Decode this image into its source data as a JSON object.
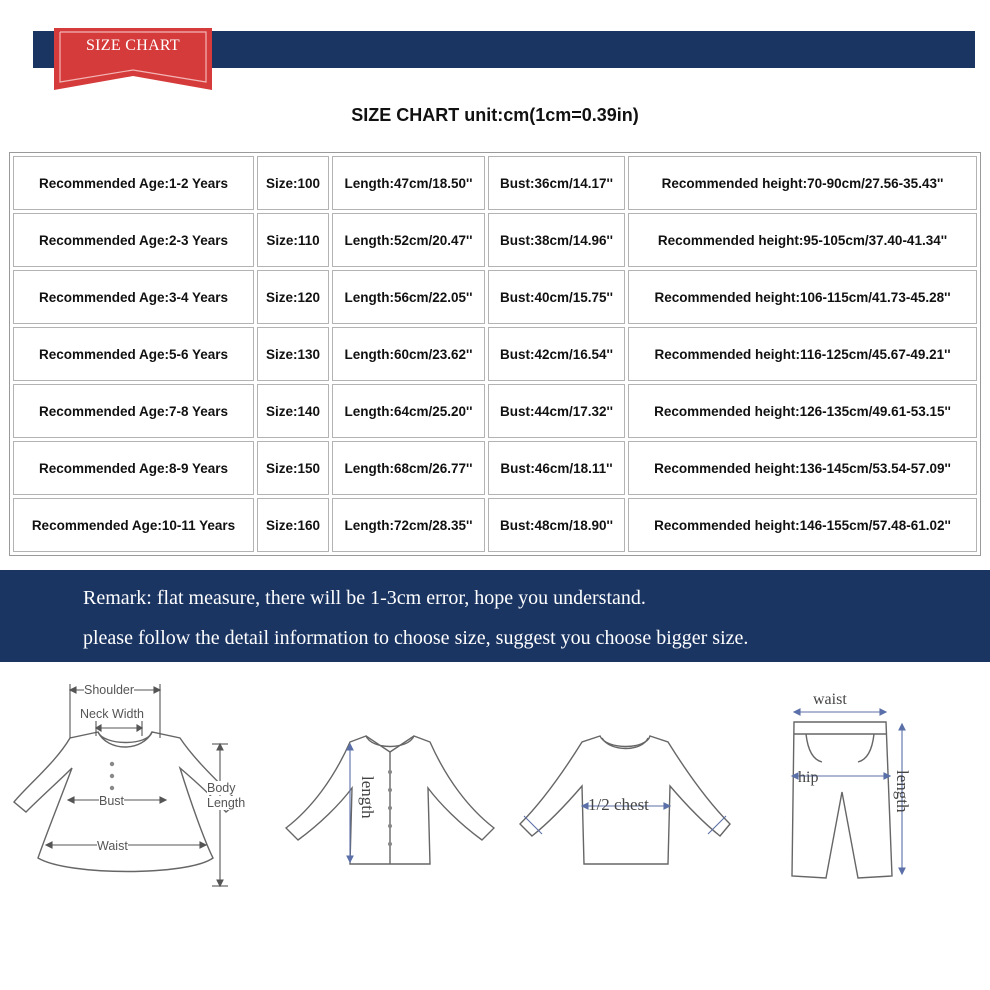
{
  "banner": {
    "ribbon_label": "SIZE CHART",
    "bar_color": "#1b3563",
    "ribbon_color": "#d63b3b"
  },
  "chart_title": "SIZE CHART unit:cm(1cm=0.39in)",
  "table": {
    "rows": [
      [
        "Recommended Age:1-2 Years",
        "Size:100",
        "Length:47cm/18.50''",
        "Bust:36cm/14.17''",
        "Recommended height:70-90cm/27.56-35.43''"
      ],
      [
        "Recommended Age:2-3 Years",
        "Size:110",
        "Length:52cm/20.47''",
        "Bust:38cm/14.96''",
        "Recommended height:95-105cm/37.40-41.34''"
      ],
      [
        "Recommended Age:3-4 Years",
        "Size:120",
        "Length:56cm/22.05''",
        "Bust:40cm/15.75''",
        "Recommended height:106-115cm/41.73-45.28''"
      ],
      [
        "Recommended Age:5-6 Years",
        "Size:130",
        "Length:60cm/23.62''",
        "Bust:42cm/16.54''",
        "Recommended height:116-125cm/45.67-49.21''"
      ],
      [
        "Recommended Age:7-8 Years",
        "Size:140",
        "Length:64cm/25.20''",
        "Bust:44cm/17.32''",
        "Recommended height:126-135cm/49.61-53.15''"
      ],
      [
        "Recommended Age:8-9 Years",
        "Size:150",
        "Length:68cm/26.77''",
        "Bust:46cm/18.11''",
        "Recommended height:136-145cm/53.54-57.09''"
      ],
      [
        "Recommended Age:10-11 Years",
        "Size:160",
        "Length:72cm/28.35''",
        "Bust:48cm/18.90''",
        "Recommended height:146-155cm/57.48-61.02''"
      ]
    ]
  },
  "remark": {
    "line1": "Remark: flat measure, there will be 1-3cm error, hope you understand.",
    "line2": "please follow the detail information to choose size, suggest you choose bigger size."
  },
  "diagrams": {
    "dress": {
      "shoulder": "Shoulder",
      "neck_width": "Neck Width",
      "bust": "Bust",
      "waist": "Waist",
      "body_length_1": "Body",
      "body_length_2": "Length"
    },
    "shirt": {
      "length": "length"
    },
    "sweater": {
      "chest": "1/2 chest"
    },
    "pants": {
      "waist": "waist",
      "hip": "hip",
      "length": "length"
    }
  }
}
